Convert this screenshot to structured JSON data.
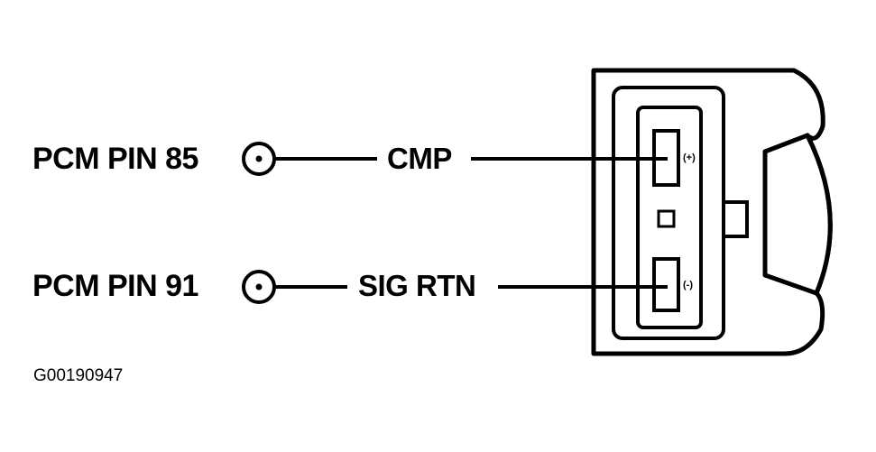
{
  "pins": [
    {
      "label": "PCM PIN 85",
      "signal": "CMP",
      "polarity": "(+)"
    },
    {
      "label": "PCM PIN 91",
      "signal": "SIG RTN",
      "polarity": "(-)"
    }
  ],
  "figure_code": "G00190947"
}
